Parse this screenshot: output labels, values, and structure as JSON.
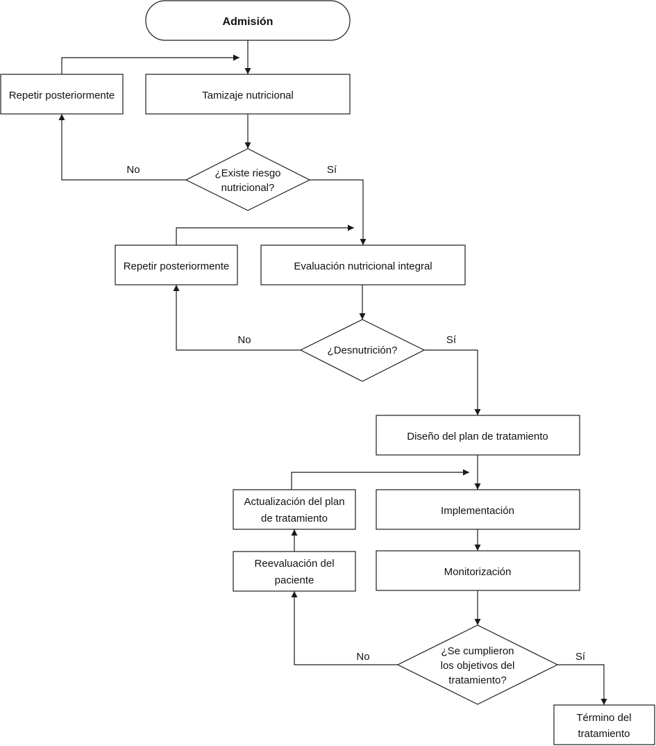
{
  "nodes": {
    "admision": "Admisión",
    "tamizaje": "Tamizaje nutricional",
    "repetir_1": "Repetir posteriormente",
    "riesgo": [
      "¿Existe riesgo",
      "nutricional?"
    ],
    "evaluacion": "Evaluación nutricional integral",
    "repetir_2": "Repetir posteriormente",
    "desnutricion": "¿Desnutrición?",
    "diseno": "Diseño del plan de tratamiento",
    "actualizacion": [
      "Actualización del plan",
      "de tratamiento"
    ],
    "implementacion": "Implementación",
    "reevaluacion": [
      "Reevaluación del",
      "paciente"
    ],
    "monitorizacion": "Monitorización",
    "objetivos": [
      "¿Se cumplieron",
      "los objetivos del",
      "tratamiento?"
    ],
    "termino": [
      "Término del",
      "tratamiento"
    ]
  },
  "edge_labels": {
    "riesgo_no": "No",
    "riesgo_si": "Sí",
    "desnutricion_no": "No",
    "desnutricion_si": "Sí",
    "objetivos_no": "No",
    "objetivos_si": "Sí"
  }
}
